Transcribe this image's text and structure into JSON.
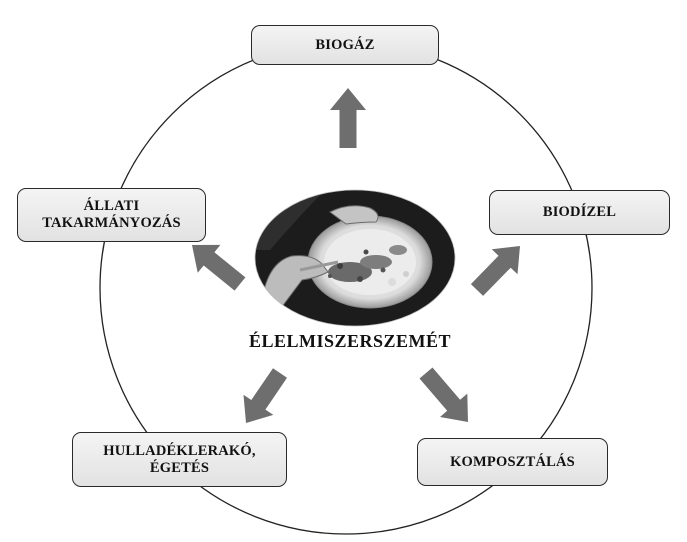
{
  "center": {
    "label": "ÉLELMISZERSZEMÉT",
    "image": "food-waste-plate-photo"
  },
  "nodes": {
    "biogaz": "BIOGÁZ",
    "biodizel": "BIODÍZEL",
    "allati": "ÁLLATI\nTAKARMÁNYOZÁS",
    "hulladek": "HULLADÉKLERAKÓ,\nÉGETÉS",
    "komposztalas": "KOMPOSZTÁLÁS"
  },
  "colors": {
    "arrow": "#6e6e6e",
    "circle": "#222222",
    "box_border": "#2a2a2a"
  }
}
